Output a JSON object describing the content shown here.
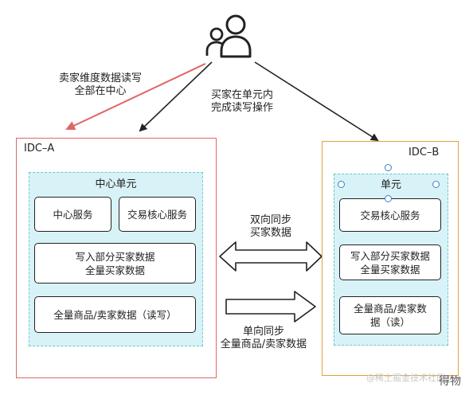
{
  "annotations": {
    "left_arrow_line1": "卖家维度数据读写",
    "left_arrow_line2": "全部在中心",
    "middle_arrow_line1": "买家在单元内",
    "middle_arrow_line2": "完成读写操作",
    "bidirectional_line1": "双向同步",
    "bidirectional_line2": "买家数据",
    "oneway_line1": "单向同步",
    "oneway_line2": "全量商品/卖家数据"
  },
  "idc_a": {
    "title": "IDC–A",
    "unit_title": "中心单元",
    "box_service": "中心服务",
    "box_trade": "交易核心服务",
    "box_write_line1": "写入部分买家数据",
    "box_write_line2": "全量买家数据",
    "box_goods": "全量商品/卖家数据（读写）"
  },
  "idc_b": {
    "title": "IDC–B",
    "unit_title": "单元",
    "box_trade": "交易核心服务",
    "box_write_line1": "写入部分买家数据",
    "box_write_line2": "全量买家数据",
    "box_goods_line1": "全量商品/卖家数",
    "box_goods_line2": "据（读）"
  },
  "watermark": "@稀土掘金技术社区",
  "corner_text": "得物",
  "colors": {
    "idc_a_border": "#e06666",
    "idc_b_border": "#e0a040",
    "unit_fill": "#d8f3f7",
    "red_arrow": "#e06666"
  },
  "icons": {
    "users": "users-icon"
  }
}
